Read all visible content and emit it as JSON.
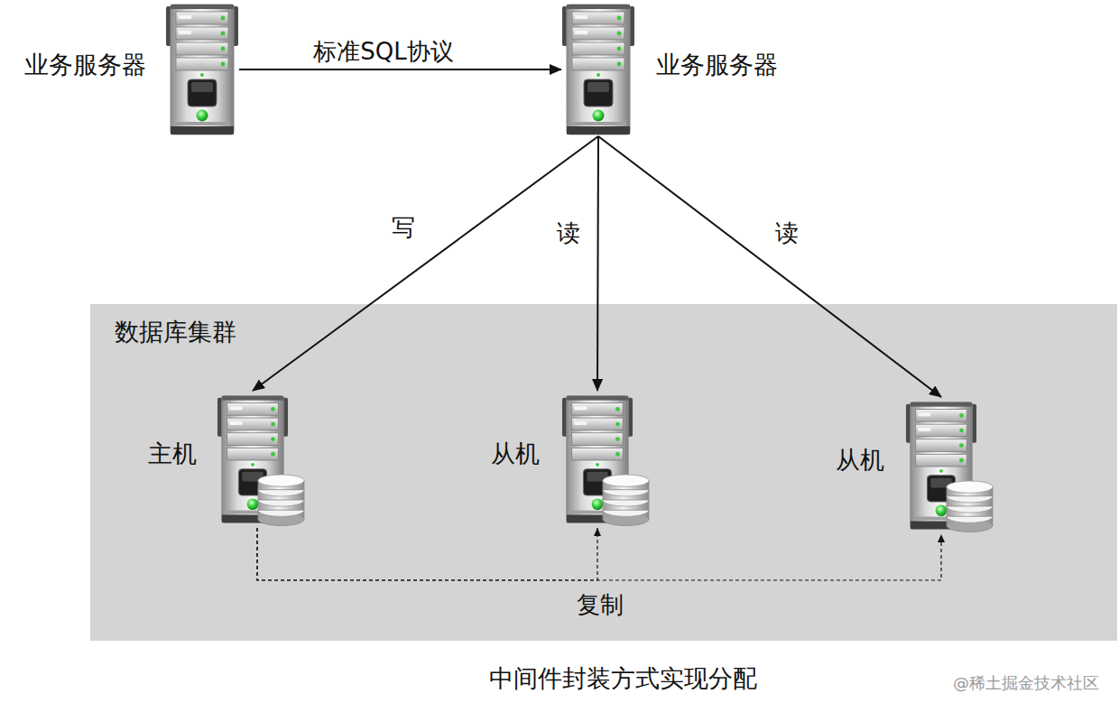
{
  "diagram": {
    "caption": "中间件封装方式实现分配",
    "nodes": [
      {
        "text": [
          "业务服务器"
        ]
      },
      {
        "text": [
          "业务服务器"
        ]
      },
      {
        "text": [
          "数据库集群"
        ]
      },
      {
        "text": [
          "主机"
        ],
        "in": 2
      },
      {
        "text": [
          "从机"
        ],
        "in": 2
      },
      {
        "text": [
          "从机"
        ],
        "in": 2
      }
    ],
    "edges": [
      {
        "from": 0,
        "to": 1,
        "label": "标准SQL协议",
        "arrow": "to"
      },
      {
        "from": 1,
        "to": 3,
        "label": "写",
        "arrow": "to"
      },
      {
        "from": 1,
        "to": 4,
        "label": "读",
        "arrow": "to"
      },
      {
        "from": 1,
        "to": 5,
        "label": "读",
        "arrow": "to"
      },
      {
        "from": 3,
        "to": 4,
        "label": "复制",
        "arrow": "to"
      },
      {
        "from": 3,
        "to": 5,
        "arrow": "to"
      }
    ],
    "labels": [
      "@稀土掘金技术社区"
    ]
  }
}
